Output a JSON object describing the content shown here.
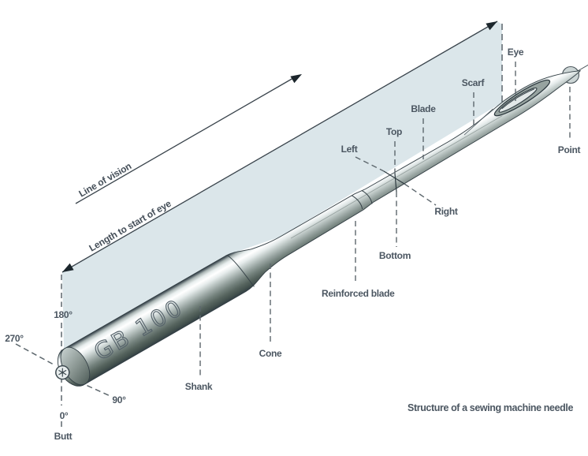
{
  "caption": "Structure of a sewing machine needle",
  "needle": {
    "marking": "GB 100"
  },
  "labels": {
    "eye": "Eye",
    "scarf": "Scarf",
    "blade": "Blade",
    "top": "Top",
    "left": "Left",
    "right": "Right",
    "bottom": "Bottom",
    "reinforced_blade": "Reinforced blade",
    "cone": "Cone",
    "shank": "Shank",
    "point": "Point",
    "butt": "Butt"
  },
  "angles": {
    "deg180": "180°",
    "deg270": "270°",
    "deg90": "90°",
    "deg0": "0°"
  },
  "measurements": {
    "line_of_vision": "Line of vision",
    "length_to_start_of_eye": "Length to start of eye"
  },
  "colors": {
    "background": "#ffffff",
    "plane_fill": "#dbe6ea",
    "label_text": "#4b5661",
    "leader_line": "#5d676d",
    "solid_line": "#39434b",
    "needle_outline": "#333f45",
    "metal_highlight": "#ffffff",
    "metal_dark": "#323f44",
    "point_marker_fill": "#ccd5d5"
  }
}
